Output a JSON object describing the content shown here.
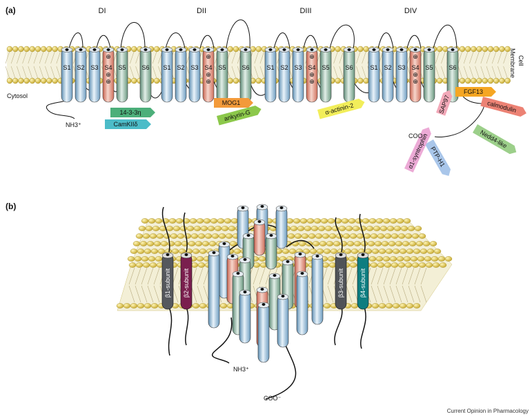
{
  "panel_a": {
    "label": "(a)",
    "domains": [
      "DI",
      "DII",
      "DIII",
      "DIV"
    ],
    "segments": [
      "S1",
      "S2",
      "S3",
      "S4",
      "S5",
      "S6"
    ],
    "cell_membrane": [
      "Cell",
      "Membrane"
    ],
    "cytosol": "Cytosol",
    "nterm": "NH3⁺",
    "cterm": "COO⁻",
    "partners": [
      {
        "text": "14-3-3η",
        "color": "#4caf7a"
      },
      {
        "text": "CamKIIδ",
        "color": "#4cbcc8"
      },
      {
        "text": "MOG1",
        "color": "#f39a3a"
      },
      {
        "text": "ankyrin-G",
        "color": "#8cc84b"
      },
      {
        "text": "α-actinin-2",
        "color": "#f2ee5a"
      },
      {
        "text": "FGF13",
        "color": "#f5a623"
      },
      {
        "text": "calmodulin",
        "color": "#ec8274"
      },
      {
        "text": "SAP97",
        "color": "#f2a8b8"
      },
      {
        "text": "Nedd4-like",
        "color": "#9ccf8a"
      },
      {
        "text": "PTP-H1",
        "color": "#a9c6ea"
      },
      {
        "text": "α1-syntrophin",
        "color": "#ecaad6"
      }
    ],
    "charges": "⊕"
  },
  "panel_b": {
    "label": "(b)",
    "subunits": [
      {
        "text": "β1-subunit",
        "color": "#55585d"
      },
      {
        "text": "β2-subunit",
        "color": "#7a1f4e"
      },
      {
        "text": "β3-subunit",
        "color": "#505358"
      },
      {
        "text": "β4-subunit",
        "color": "#0d7d80"
      }
    ],
    "nterm": "NH3⁺",
    "cterm": "COO⁻"
  },
  "credit": "Current Opinion in Pharmacology",
  "colors": {
    "helix": "#8fb8d6",
    "voltage_sensor": "#e8806a",
    "pore": "#7aa490",
    "lipid": "#d8c25a"
  }
}
